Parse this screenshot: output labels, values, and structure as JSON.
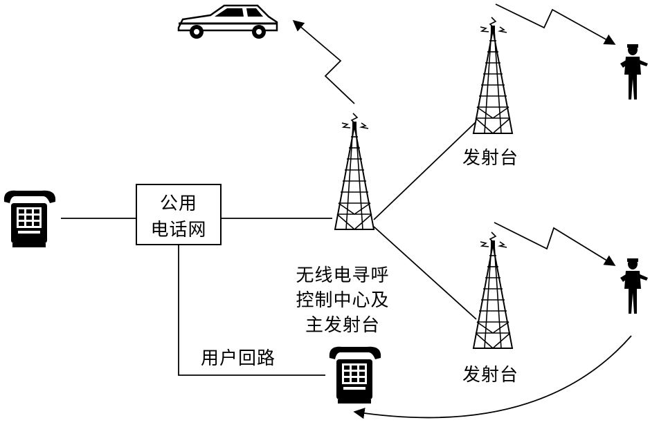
{
  "pstn": {
    "line1": "公用",
    "line2": "电话网"
  },
  "control_center": {
    "line1": "无线电寻呼",
    "line2": "控制中心及",
    "line3": "主发射台"
  },
  "transmitter_top": "发射台",
  "transmitter_bottom": "发射台",
  "user_loop": "用户回路",
  "icons": [
    "car-icon",
    "person-icon",
    "telephone-icon",
    "radio-tower-icon"
  ]
}
